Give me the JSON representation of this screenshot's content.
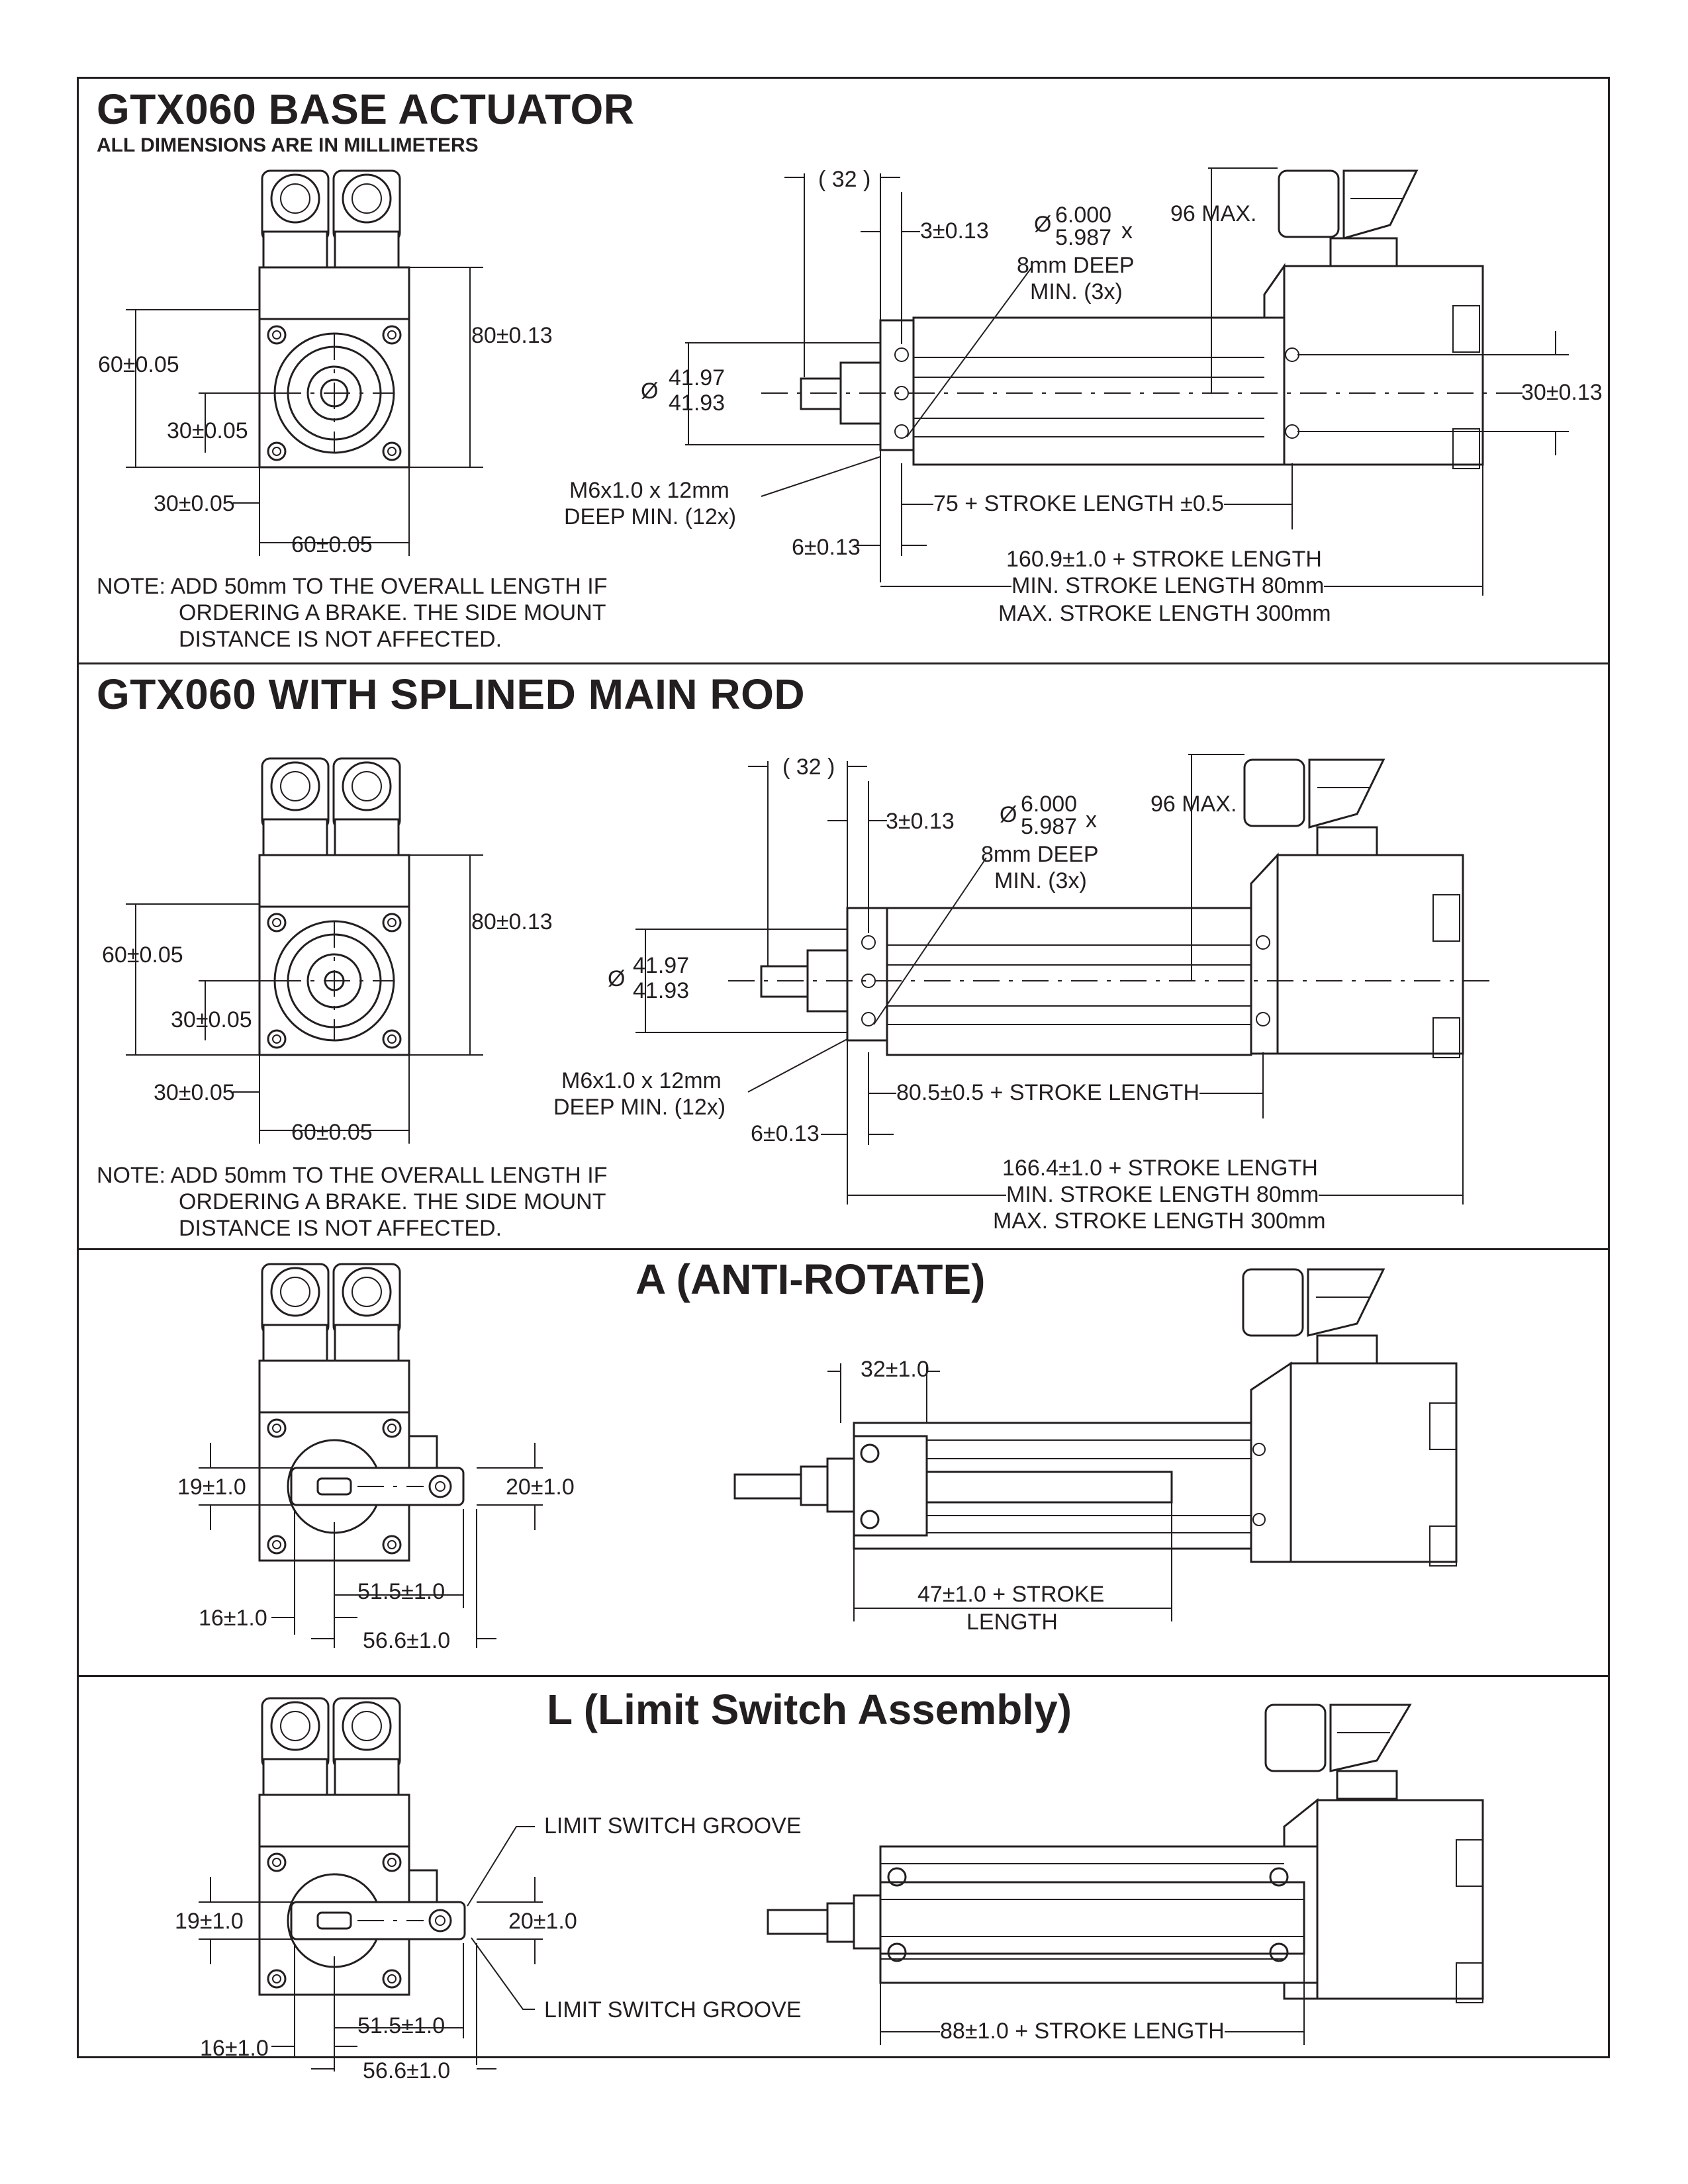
{
  "sections": {
    "base": {
      "title": "GTX060 BASE ACTUATOR",
      "subtitle": "ALL DIMENSIONS ARE IN MILLIMETERS",
      "dims": {
        "d60_side": "60±0.05",
        "d80": "80±0.13",
        "d30_v": "30±0.05",
        "d30_h": "30±0.05",
        "d60_bottom": "60±0.05",
        "d32": "( 32 )",
        "d3": "3±0.13",
        "dia_hole_top": "6.000",
        "dia_hole_bot": "5.987",
        "dia_hole_x": "x",
        "hole_depth": "8mm DEEP",
        "hole_min": "MIN. (3x)",
        "max96": "96 MAX.",
        "dia_rod_top": "41.97",
        "dia_rod_bot": "41.93",
        "d30_right": "30±0.13",
        "m6_line1": "M6x1.0 x 12mm",
        "m6_line2": "DEEP MIN. (12x)",
        "stroke75": "75 + STROKE LENGTH ±0.5",
        "d6": "6±0.13",
        "overall1": "160.9±1.0 + STROKE LENGTH",
        "overall2": "MIN. STROKE LENGTH 80mm",
        "overall3": "MAX. STROKE LENGTH 300mm"
      },
      "note_line1": "NOTE: ADD 50mm TO THE OVERALL LENGTH IF",
      "note_line2": "ORDERING A BRAKE. THE SIDE MOUNT",
      "note_line3": "DISTANCE IS NOT AFFECTED."
    },
    "splined": {
      "title": "GTX060 WITH SPLINED MAIN ROD",
      "dims": {
        "d60_side": "60±0.05",
        "d80": "80±0.13",
        "d30_v": "30±0.05",
        "d30_h": "30±0.05",
        "d60_bottom": "60±0.05",
        "d32": "( 32 )",
        "d3": "3±0.13",
        "dia_hole_top": "6.000",
        "dia_hole_bot": "5.987",
        "dia_hole_x": "x",
        "hole_depth": "8mm DEEP",
        "hole_min": "MIN. (3x)",
        "max96": "96 MAX.",
        "dia_rod_top": "41.97",
        "dia_rod_bot": "41.93",
        "m6_line1": "M6x1.0 x 12mm",
        "m6_line2": "DEEP MIN. (12x)",
        "stroke80": "80.5±0.5 + STROKE LENGTH",
        "d6": "6±0.13",
        "overall1": "166.4±1.0 + STROKE LENGTH",
        "overall2": "MIN. STROKE LENGTH 80mm",
        "overall3": "MAX. STROKE LENGTH 300mm"
      },
      "note_line1": "NOTE: ADD 50mm TO THE OVERALL LENGTH IF",
      "note_line2": "ORDERING A BRAKE. THE SIDE MOUNT",
      "note_line3": "DISTANCE IS NOT AFFECTED."
    },
    "antirotate": {
      "title": "A (ANTI-ROTATE)",
      "dims": {
        "d19": "19±1.0",
        "d20": "20±1.0",
        "d51": "51.5±1.0",
        "d16": "16±1.0",
        "d56": "56.6±1.0",
        "d32": "32±1.0",
        "stroke47_1": "47±1.0 + STROKE",
        "stroke47_2": "LENGTH"
      }
    },
    "limit": {
      "title": "L (Limit Switch Assembly)",
      "dims": {
        "d19": "19±1.0",
        "d20": "20±1.0",
        "d51": "51.5±1.0",
        "d16": "16±1.0",
        "d56": "56.6±1.0",
        "groove_top": "LIMIT SWITCH GROOVE",
        "groove_bottom": "LIMIT SWITCH GROOVE",
        "stroke88": "88±1.0 + STROKE LENGTH"
      }
    }
  }
}
